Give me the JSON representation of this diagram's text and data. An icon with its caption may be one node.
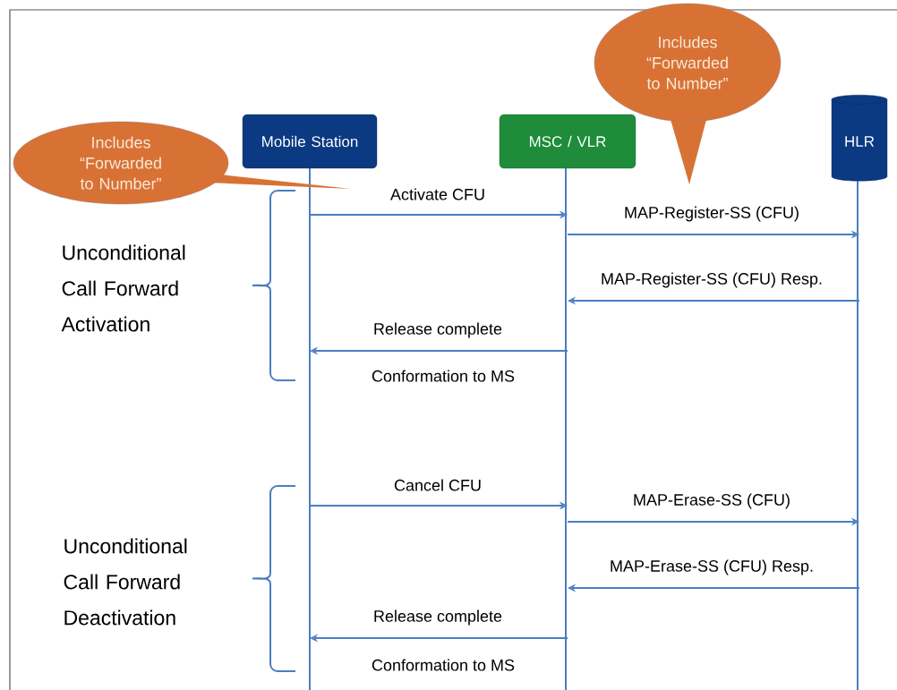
{
  "diagram": {
    "nodes": [
      {
        "text": [
          "Mobile Station"
        ]
      },
      {
        "text": [
          "MSC / VLR"
        ]
      },
      {
        "text": [
          "HLR"
        ]
      },
      {
        "text": [
          "Includes “Forwarded to Number”"
        ]
      },
      {
        "text": [
          "Includes “Forwarded to Number”"
        ]
      }
    ],
    "edges": [
      {
        "from": 0,
        "to": 1,
        "arrow": "to",
        "label": "Activate CFU"
      },
      {
        "from": 1,
        "to": 2,
        "arrow": "to",
        "label": "MAP-Register-SS (CFU)"
      },
      {
        "from": 2,
        "to": 1,
        "arrow": "to",
        "label": "MAP-Register-SS (CFU) Resp."
      },
      {
        "from": 1,
        "to": 0,
        "arrow": "to",
        "label": "Release complete"
      },
      {
        "from": 0,
        "to": 1,
        "arrow": "to",
        "label": "Cancel CFU"
      },
      {
        "from": 1,
        "to": 2,
        "arrow": "to",
        "label": "MAP-Erase-SS (CFU)"
      },
      {
        "from": 2,
        "to": 1,
        "arrow": "to",
        "label": "MAP-Erase-SS (CFU) Resp."
      },
      {
        "from": 1,
        "to": 0,
        "arrow": "to",
        "label": "Release complete"
      }
    ],
    "labels": [
      "Unconditional Call Forward Activation",
      "Conformation to MS",
      "Unconditional Call Forward Deactivation",
      "Conformation to MS"
    ]
  }
}
